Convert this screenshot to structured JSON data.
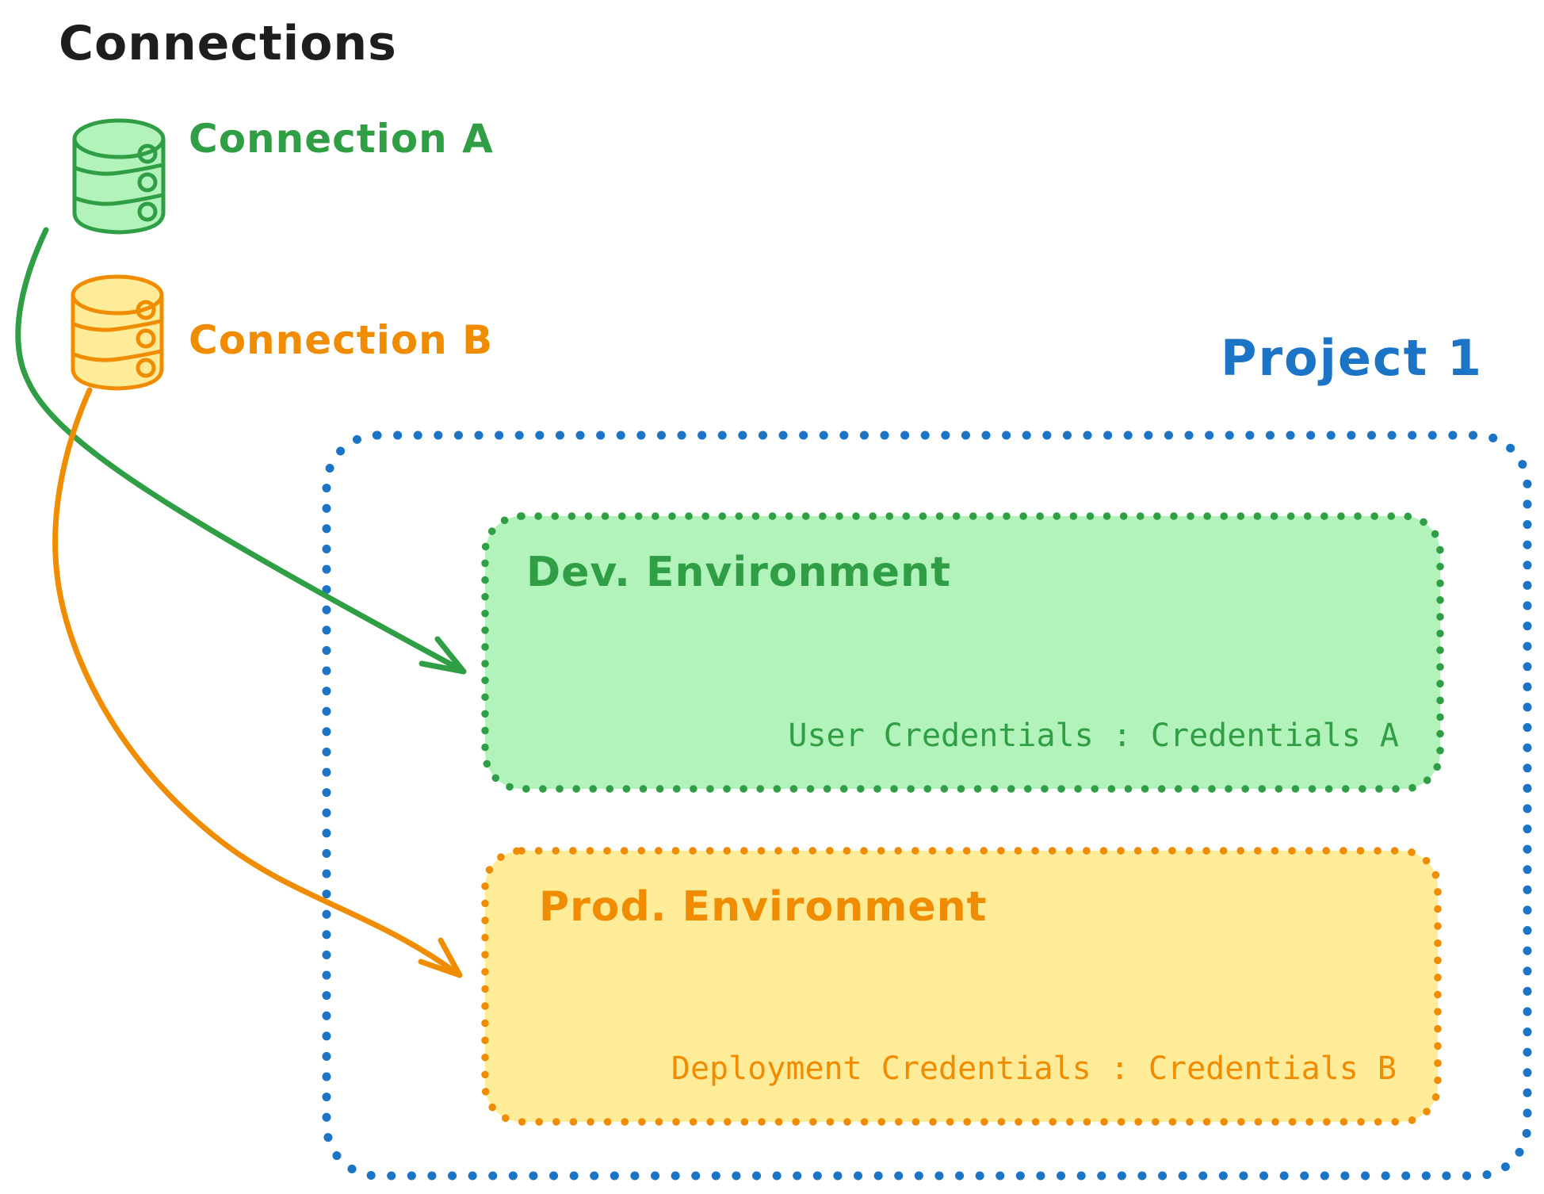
{
  "title": "Connections",
  "connections": [
    {
      "label": "Connection A",
      "icon": "database-icon",
      "color": "#2f9e44",
      "fill": "#b2f2bb"
    },
    {
      "label": "Connection B",
      "icon": "database-icon",
      "color": "#f08c00",
      "fill": "#ffec99"
    }
  ],
  "project": {
    "title": "Project 1",
    "border_color": "#1b74c5",
    "environments": [
      {
        "name": "Dev. Environment",
        "credentials": "User Credentials : Credentials A",
        "color": "#2f9e44",
        "fill": "#b2f2bb",
        "linked_connection": "Connection A"
      },
      {
        "name": "Prod. Environment",
        "credentials": "Deployment Credentials : Credentials B",
        "color": "#f08c00",
        "fill": "#ffec99",
        "linked_connection": "Connection B"
      }
    ]
  }
}
